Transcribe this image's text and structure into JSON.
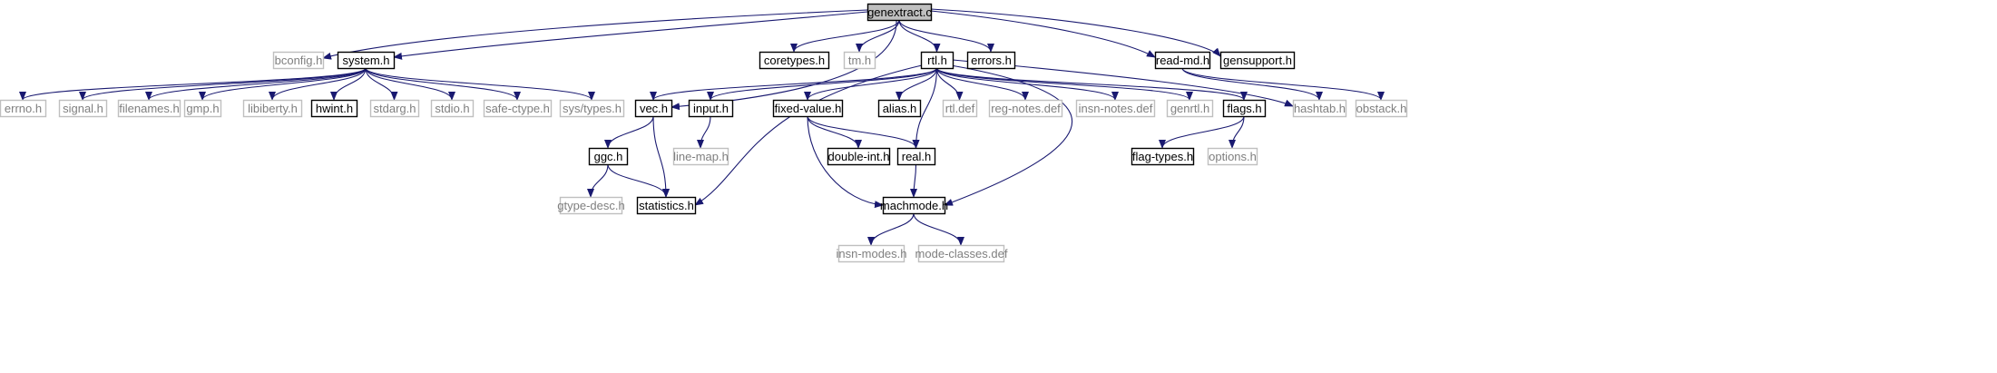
{
  "diagram": {
    "colors": {
      "edge": "#191970",
      "background": "#ffffff",
      "root_fill": "#bfbfbf",
      "documented_border": "#000000",
      "undocumented_border": "#bfbfbf",
      "documented_text": "#000000",
      "undocumented_text": "#7f7f7f"
    },
    "nodes": [
      {
        "id": "genextract_c",
        "label": "genextract.c",
        "style": "root"
      },
      {
        "id": "bconfig_h",
        "label": "bconfig.h",
        "style": "undocumented"
      },
      {
        "id": "system_h",
        "label": "system.h",
        "style": "documented"
      },
      {
        "id": "coretypes_h",
        "label": "coretypes.h",
        "style": "documented"
      },
      {
        "id": "tm_h",
        "label": "tm.h",
        "style": "undocumented"
      },
      {
        "id": "rtl_h",
        "label": "rtl.h",
        "style": "documented"
      },
      {
        "id": "errors_h",
        "label": "errors.h",
        "style": "documented"
      },
      {
        "id": "read_md_h",
        "label": "read-md.h",
        "style": "documented"
      },
      {
        "id": "gensupport_h",
        "label": "gensupport.h",
        "style": "documented"
      },
      {
        "id": "errno_h",
        "label": "errno.h",
        "style": "undocumented"
      },
      {
        "id": "signal_h",
        "label": "signal.h",
        "style": "undocumented"
      },
      {
        "id": "filenames_h",
        "label": "filenames.h",
        "style": "undocumented"
      },
      {
        "id": "gmp_h",
        "label": "gmp.h",
        "style": "undocumented"
      },
      {
        "id": "libiberty_h",
        "label": "libiberty.h",
        "style": "undocumented"
      },
      {
        "id": "hwint_h",
        "label": "hwint.h",
        "style": "documented"
      },
      {
        "id": "stdarg_h",
        "label": "stdarg.h",
        "style": "undocumented"
      },
      {
        "id": "stdio_h",
        "label": "stdio.h",
        "style": "undocumented"
      },
      {
        "id": "safe_ctype_h",
        "label": "safe-ctype.h",
        "style": "undocumented"
      },
      {
        "id": "sys_types_h",
        "label": "sys/types.h",
        "style": "undocumented"
      },
      {
        "id": "vec_h",
        "label": "vec.h",
        "style": "documented"
      },
      {
        "id": "input_h",
        "label": "input.h",
        "style": "documented"
      },
      {
        "id": "fixed_value_h",
        "label": "fixed-value.h",
        "style": "documented"
      },
      {
        "id": "alias_h",
        "label": "alias.h",
        "style": "documented"
      },
      {
        "id": "rtl_def",
        "label": "rtl.def",
        "style": "undocumented"
      },
      {
        "id": "reg_notes_def",
        "label": "reg-notes.def",
        "style": "undocumented"
      },
      {
        "id": "insn_notes_def",
        "label": "insn-notes.def",
        "style": "undocumented"
      },
      {
        "id": "genrtl_h",
        "label": "genrtl.h",
        "style": "undocumented"
      },
      {
        "id": "flags_h",
        "label": "flags.h",
        "style": "documented"
      },
      {
        "id": "hashtab_h",
        "label": "hashtab.h",
        "style": "undocumented"
      },
      {
        "id": "obstack_h",
        "label": "obstack.h",
        "style": "undocumented"
      },
      {
        "id": "ggc_h",
        "label": "ggc.h",
        "style": "documented"
      },
      {
        "id": "line_map_h",
        "label": "line-map.h",
        "style": "undocumented"
      },
      {
        "id": "double_int_h",
        "label": "double-int.h",
        "style": "documented"
      },
      {
        "id": "real_h",
        "label": "real.h",
        "style": "documented"
      },
      {
        "id": "flag_types_h",
        "label": "flag-types.h",
        "style": "documented"
      },
      {
        "id": "options_h",
        "label": "options.h",
        "style": "undocumented"
      },
      {
        "id": "gtype_desc_h",
        "label": "gtype-desc.h",
        "style": "undocumented"
      },
      {
        "id": "statistics_h",
        "label": "statistics.h",
        "style": "documented"
      },
      {
        "id": "machmode_h",
        "label": "machmode.h",
        "style": "documented"
      },
      {
        "id": "insn_modes_h",
        "label": "insn-modes.h",
        "style": "undocumented"
      },
      {
        "id": "mode_classes_def",
        "label": "mode-classes.def",
        "style": "undocumented"
      }
    ],
    "edges": [
      [
        "genextract_c",
        "bconfig_h"
      ],
      [
        "genextract_c",
        "system_h"
      ],
      [
        "genextract_c",
        "coretypes_h"
      ],
      [
        "genextract_c",
        "tm_h"
      ],
      [
        "genextract_c",
        "rtl_h"
      ],
      [
        "genextract_c",
        "errors_h"
      ],
      [
        "genextract_c",
        "read_md_h"
      ],
      [
        "genextract_c",
        "gensupport_h"
      ],
      [
        "genextract_c",
        "vec_h"
      ],
      [
        "system_h",
        "errno_h"
      ],
      [
        "system_h",
        "signal_h"
      ],
      [
        "system_h",
        "filenames_h"
      ],
      [
        "system_h",
        "gmp_h"
      ],
      [
        "system_h",
        "libiberty_h"
      ],
      [
        "system_h",
        "hwint_h"
      ],
      [
        "system_h",
        "stdarg_h"
      ],
      [
        "system_h",
        "stdio_h"
      ],
      [
        "system_h",
        "safe_ctype_h"
      ],
      [
        "system_h",
        "sys_types_h"
      ],
      [
        "rtl_h",
        "vec_h"
      ],
      [
        "rtl_h",
        "input_h"
      ],
      [
        "rtl_h",
        "fixed_value_h"
      ],
      [
        "rtl_h",
        "alias_h"
      ],
      [
        "rtl_h",
        "rtl_def"
      ],
      [
        "rtl_h",
        "reg_notes_def"
      ],
      [
        "rtl_h",
        "insn_notes_def"
      ],
      [
        "rtl_h",
        "genrtl_h"
      ],
      [
        "rtl_h",
        "flags_h"
      ],
      [
        "rtl_h",
        "hashtab_h"
      ],
      [
        "rtl_h",
        "statistics_h"
      ],
      [
        "rtl_h",
        "real_h"
      ],
      [
        "rtl_h",
        "machmode_h"
      ],
      [
        "read_md_h",
        "hashtab_h"
      ],
      [
        "read_md_h",
        "obstack_h"
      ],
      [
        "vec_h",
        "ggc_h"
      ],
      [
        "vec_h",
        "statistics_h"
      ],
      [
        "ggc_h",
        "gtype_desc_h"
      ],
      [
        "ggc_h",
        "statistics_h"
      ],
      [
        "input_h",
        "line_map_h"
      ],
      [
        "fixed_value_h",
        "double_int_h"
      ],
      [
        "fixed_value_h",
        "real_h"
      ],
      [
        "fixed_value_h",
        "machmode_h"
      ],
      [
        "real_h",
        "machmode_h"
      ],
      [
        "flags_h",
        "flag_types_h"
      ],
      [
        "flags_h",
        "options_h"
      ],
      [
        "machmode_h",
        "insn_modes_h"
      ],
      [
        "machmode_h",
        "mode_classes_def"
      ]
    ]
  }
}
